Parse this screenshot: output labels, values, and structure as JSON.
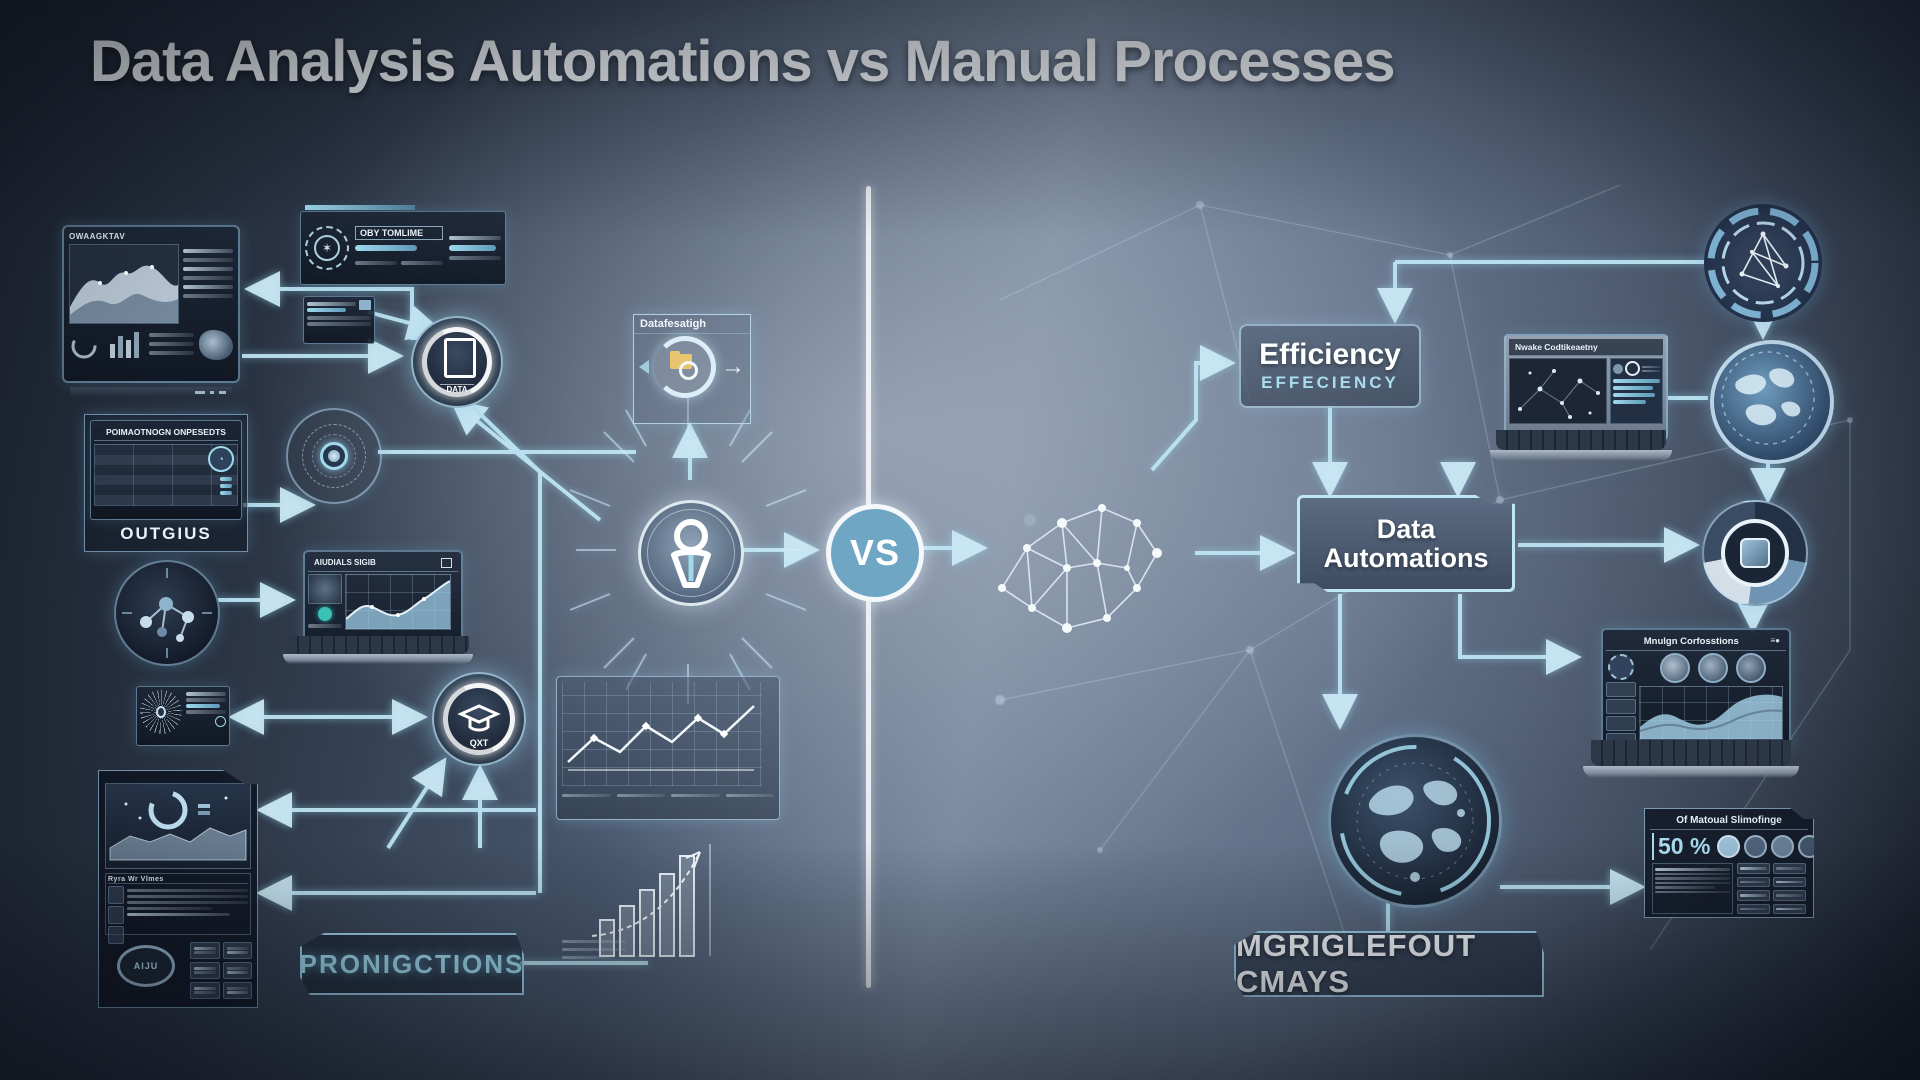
{
  "title": "Data Analysis Automations vs Manual Processes",
  "vs_label": "VS",
  "colors": {
    "accent": "#a9dcee",
    "arrow": "#bfe7f5",
    "vs_fill": "#6fa6c3",
    "panel_border": "#96c3e1",
    "label_blue": "#9fd8ea"
  },
  "left": {
    "monitor": {
      "header": "OWAAGKTAV"
    },
    "browser_panel": {
      "label": "OBY TOMLIME",
      "icon": "gear-icon"
    },
    "data_node": {
      "label": "DATA",
      "icon": "smartphone-icon"
    },
    "table_panel": {
      "header": "POIMAOTNOGN ONPESEDTS",
      "footer": "OUTGIUS"
    },
    "laptop": {
      "header": "AIUDIALS SIGIB"
    },
    "lock_node": {
      "label": "QXT",
      "icon": "graduation-cap-icon"
    },
    "detail_panel": {
      "section_header": "Ryra Wr Vlmes",
      "wheel_label": "AIJU"
    },
    "datafetch_box": {
      "header": "Datafesatigh",
      "icon": "folder-search-icon"
    },
    "projections_label": "PRONIGCTIONS",
    "hub_icon": "person-icon"
  },
  "right": {
    "efficiency_box": {
      "line1": "Efficiency",
      "line2": "EFFECIENCY"
    },
    "automation_box": {
      "line1": "Data",
      "line2": "Automations"
    },
    "laptop_top": {
      "header": "Nwake Codtikeaetny"
    },
    "laptop_bottom": {
      "header": "Mnulgn Corfosstions"
    },
    "stats_panel": {
      "header": "Of Matoual Slimofinge",
      "value": "50 %"
    },
    "footer_label": "MGRIGLEFOUT CMAYS",
    "brain_icon": "brain-network-icon",
    "globe_icons": "globe-icon"
  }
}
